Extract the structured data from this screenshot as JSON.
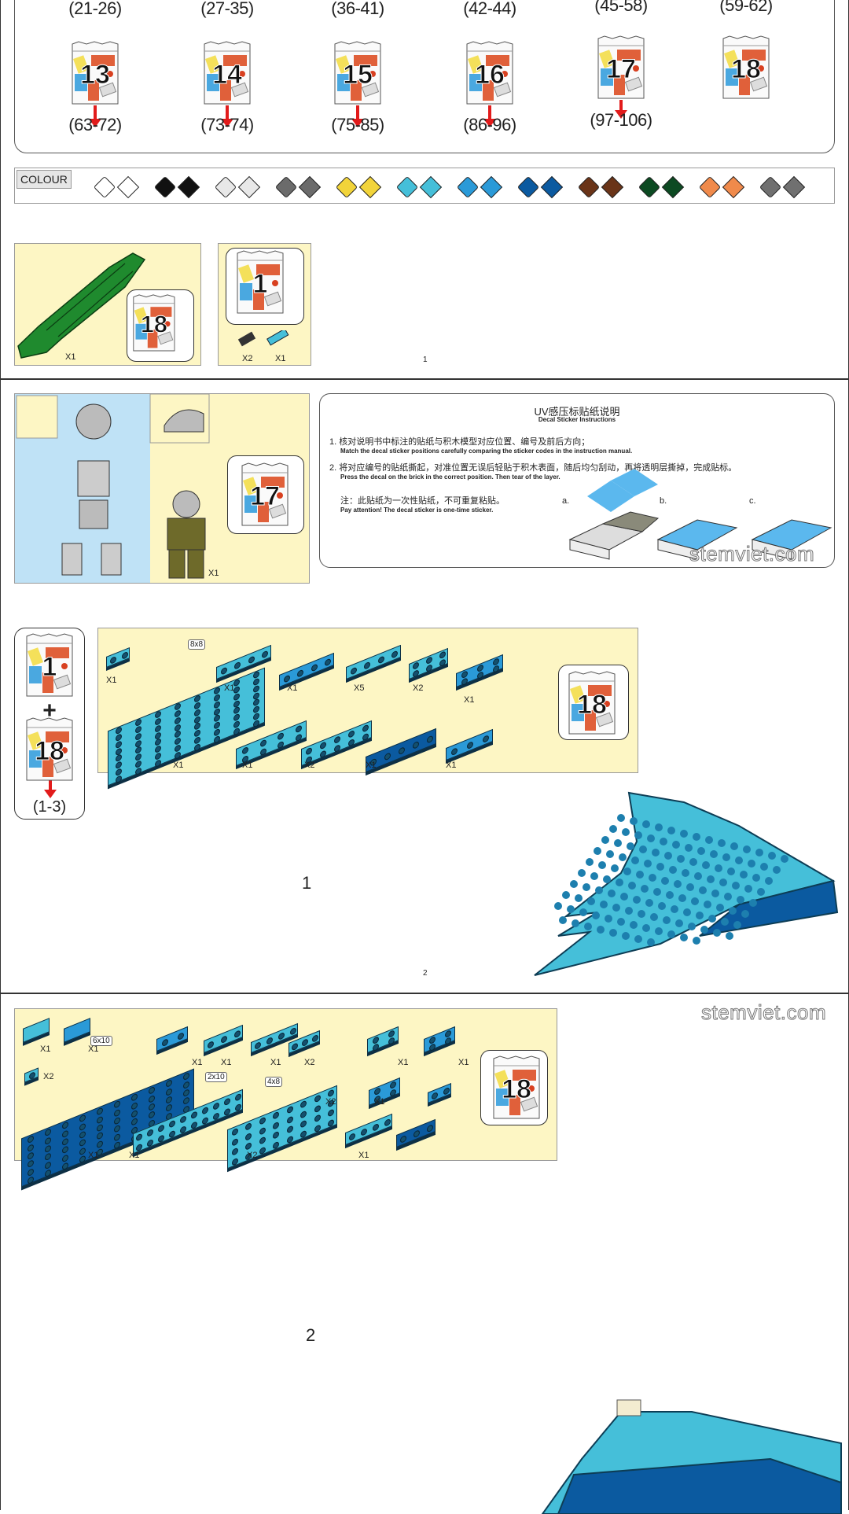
{
  "bag_overview": {
    "top_row_ranges": [
      "(21-26)",
      "(27-35)",
      "(36-41)",
      "(42-44)",
      "(45-58)",
      "(59-62)"
    ],
    "bags": [
      {
        "number": "13",
        "range": "(63-72)"
      },
      {
        "number": "14",
        "range": "(73-74)"
      },
      {
        "number": "15",
        "range": "(75-85)"
      },
      {
        "number": "16",
        "range": "(86-96)"
      },
      {
        "number": "17",
        "range": "(97-106)"
      },
      {
        "number": "18",
        "range": ""
      }
    ]
  },
  "colour_bar": {
    "label": "COLOUR",
    "colors": [
      "#ffffff",
      "#111111",
      "#e8e8e8",
      "#6b6b6b",
      "#f2d43a",
      "#45bfd9",
      "#2a9ad8",
      "#0b5aa0",
      "#6a3418",
      "#0c4a22",
      "#f08a4b",
      "#707070"
    ]
  },
  "page1": {
    "accessory_qty": "X1",
    "bag_number": "18",
    "bag1_number": "1",
    "part_qty_1": "X2",
    "part_qty_2": "X1",
    "page_number": "1"
  },
  "page2": {
    "minifig_qty": "X1",
    "minifig_bag": "17",
    "decal": {
      "title_cn": "UV感压标贴纸说明",
      "title_en": "Decal Sticker Instructions",
      "step1_cn": "1. 核对说明书中标注的贴纸与积木模型对应位置、编号及前后方向；",
      "step1_en": "Match the decal sticker positions carefully comparing the sticker codes in the  instruction manual.",
      "step2_cn": "2. 将对应编号的贴纸撕起，对准位置无误后轻贴于积木表面，随后均匀刮动，再将透明层撕掉，完成贴标。",
      "step2_en": "Press the decal on the brick in the correct position. Then tear of the layer.",
      "note_cn": "注：此贴纸为一次性贴纸，不可重复粘贴。",
      "note_en": "Pay attention! The decal sticker is one-time sticker.",
      "fig_a": "a.",
      "fig_b": "b.",
      "fig_c": "c."
    },
    "bags_stack": {
      "first": "1",
      "plus": "+",
      "second": "18",
      "range": "(1-3)"
    },
    "parts": {
      "size_tag": "8x8",
      "qtys": [
        "X1",
        "X1",
        "X1",
        "X1",
        "X5",
        "X2",
        "X1",
        "X1",
        "X2",
        "X1",
        "X1"
      ],
      "bag_number": "18"
    },
    "step_number": "1",
    "page_number": "2"
  },
  "page3": {
    "watermark": "stemviet.com",
    "parts": {
      "size_tags": [
        "6x10",
        "2x10",
        "4x8"
      ],
      "qtys": [
        "X1",
        "X1",
        "X2",
        "X1",
        "X1",
        "X1",
        "X2",
        "X1",
        "X1",
        "X1",
        "X1",
        "X2",
        "X2",
        "X1",
        "X1"
      ],
      "bag_number": "18"
    },
    "step_number": "2"
  },
  "watermark": "stemviet.com"
}
